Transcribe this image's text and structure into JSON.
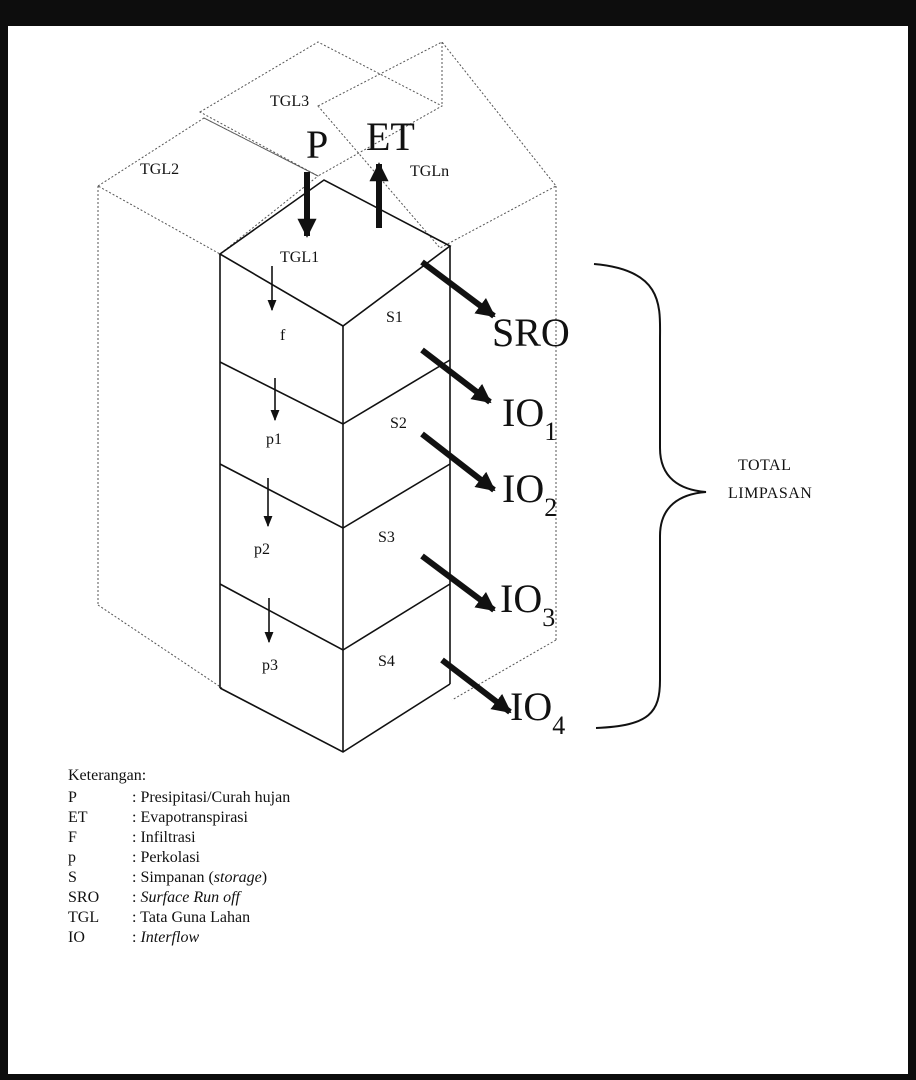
{
  "diagram": {
    "tgl_labels": {
      "tgl1": "TGL1",
      "tgl2": "TGL2",
      "tgl3": "TGL3",
      "tgln": "TGLn"
    },
    "inputs": {
      "p": "P",
      "et": "ET"
    },
    "layers": [
      {
        "flux": "f",
        "storage": "S1"
      },
      {
        "flux": "p1",
        "storage": "S2"
      },
      {
        "flux": "p2",
        "storage": "S3"
      },
      {
        "flux": "p3",
        "storage": "S4"
      }
    ],
    "outflows": [
      {
        "main": "SRO",
        "sub": ""
      },
      {
        "main": "IO",
        "sub": "1"
      },
      {
        "main": "IO",
        "sub": "2"
      },
      {
        "main": "IO",
        "sub": "3"
      },
      {
        "main": "IO",
        "sub": "4"
      }
    ],
    "total_label": [
      "TOTAL",
      "LIMPASAN"
    ]
  },
  "legend": {
    "title": "Keterangan:",
    "items": [
      {
        "term": "P",
        "desc": ": Presipitasi/Curah hujan",
        "italic": ""
      },
      {
        "term": "ET",
        "desc": ": Evapotranspirasi",
        "italic": ""
      },
      {
        "term": "F",
        "desc": ": Infiltrasi",
        "italic": ""
      },
      {
        "term": "p",
        "desc": ": Perkolasi",
        "italic": ""
      },
      {
        "term": "S",
        "desc": ": Simpanan (",
        "italic": "storage",
        "after": ")"
      },
      {
        "term": "SRO",
        "desc": ": ",
        "italic": "Surface Run off"
      },
      {
        "term": "TGL",
        "desc": ": Tata Guna Lahan",
        "italic": ""
      },
      {
        "term": "IO",
        "desc": ": ",
        "italic": "Interflow"
      }
    ]
  }
}
